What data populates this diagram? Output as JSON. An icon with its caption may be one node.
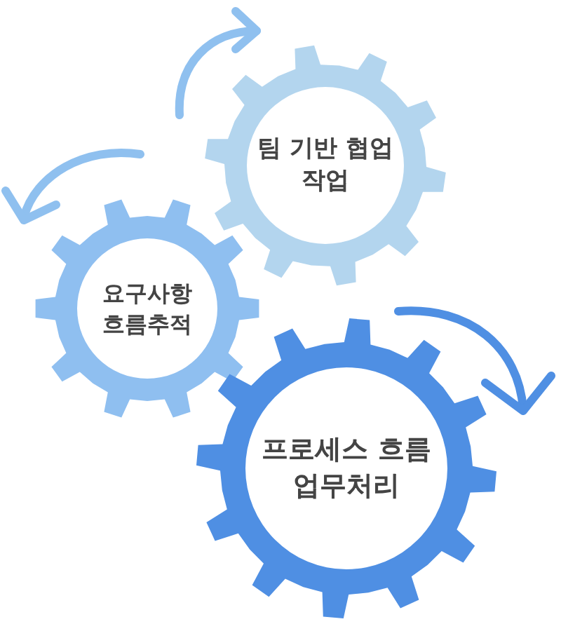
{
  "diagram": {
    "nodes": [
      {
        "text": [
          "팀 기반 협업 작업"
        ]
      },
      {
        "text": [
          "요구사항 흐름추적"
        ]
      },
      {
        "text": [
          "프로세스 흐름 업무처리"
        ]
      }
    ]
  }
}
